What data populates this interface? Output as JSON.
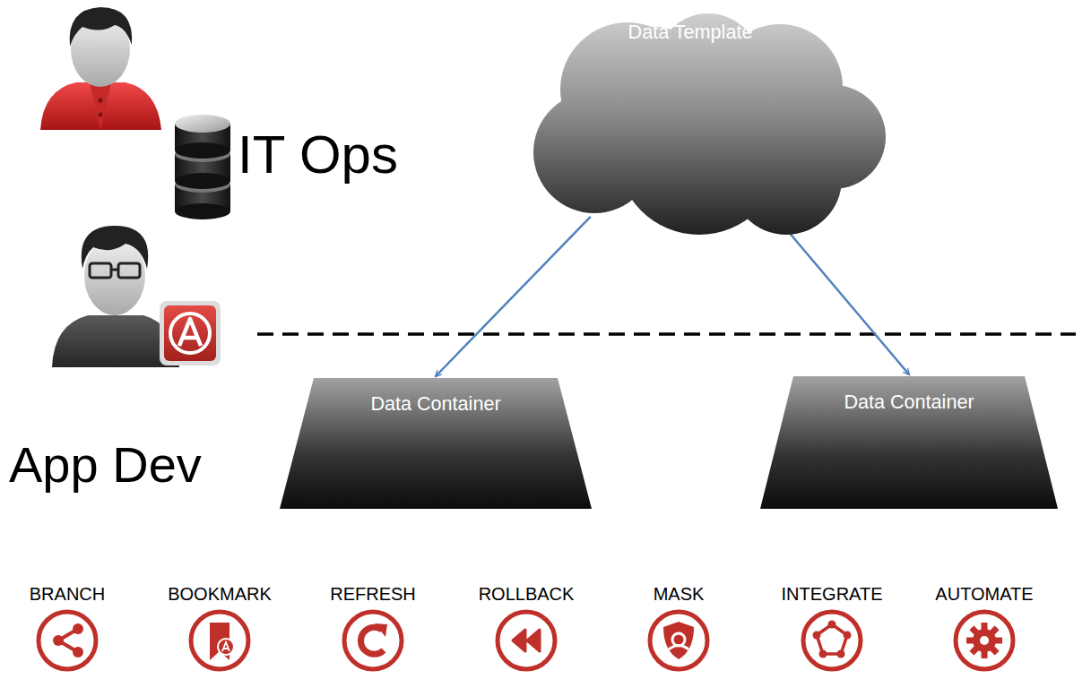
{
  "diagram": {
    "nodes": [
      {
        "text": [
          "Data Template"
        ]
      },
      {
        "text": [
          "Data Container"
        ]
      },
      {
        "text": [
          "Data Container"
        ]
      }
    ],
    "edges": [
      {
        "from": 0,
        "to": 1,
        "arrow": "to"
      },
      {
        "from": 0,
        "to": 2,
        "arrow": "to"
      }
    ],
    "labels": [
      "IT Ops",
      "App Dev",
      "BRANCH",
      "BOOKMARK",
      "REFRESH",
      "ROLLBACK",
      "MASK",
      "INTEGRATE",
      "AUTOMATE"
    ]
  }
}
